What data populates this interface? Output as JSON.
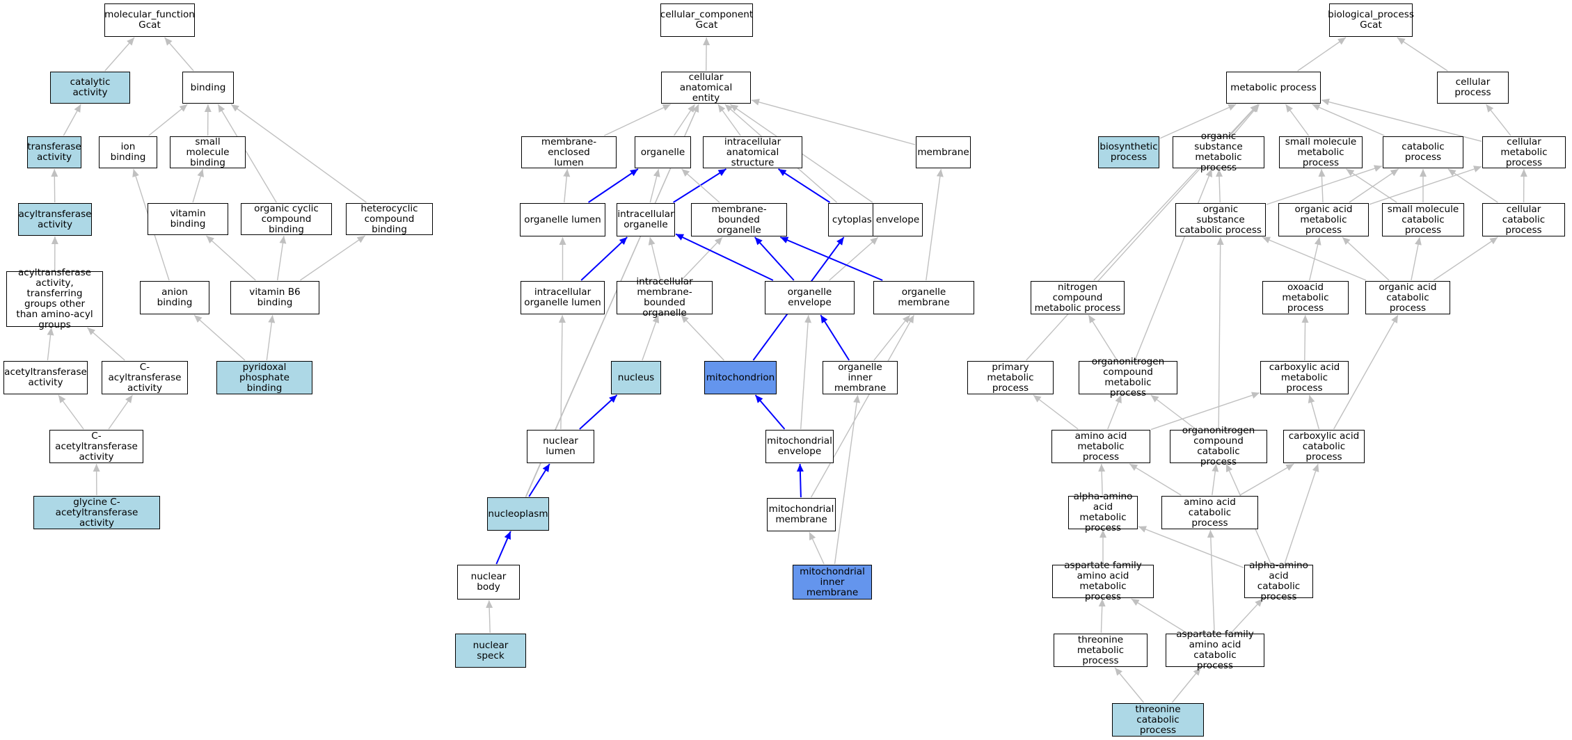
{
  "colors": {
    "edge_default": "#c0c0c0",
    "edge_highlight": "#0000ff",
    "node_fill": "#ffffff",
    "node_annotated": "#add8e6",
    "node_query": "#6495ed",
    "border": "#000000"
  },
  "nodes": [
    {
      "id": "mf",
      "label": "molecular_function\nGcat",
      "style": "plain"
    },
    {
      "id": "catalytic",
      "label": "catalytic activity",
      "style": "hl"
    },
    {
      "id": "binding",
      "label": "binding",
      "style": "plain"
    },
    {
      "id": "transferase",
      "label": "transferase\nactivity",
      "style": "hl"
    },
    {
      "id": "ionbinding",
      "label": "ion binding",
      "style": "plain"
    },
    {
      "id": "smbinding",
      "label": "small molecule\nbinding",
      "style": "plain"
    },
    {
      "id": "acyltransferase",
      "label": "acyltransferase\nactivity",
      "style": "hl"
    },
    {
      "id": "vitbinding",
      "label": "vitamin binding",
      "style": "plain"
    },
    {
      "id": "organiccyclic",
      "label": "organic cyclic\ncompound binding",
      "style": "plain"
    },
    {
      "id": "heterocyclic",
      "label": "heterocyclic\ncompound binding",
      "style": "plain"
    },
    {
      "id": "acyltransother",
      "label": "acyltransferase\nactivity, transferring\ngroups other\nthan amino-acyl\ngroups",
      "style": "plain"
    },
    {
      "id": "anionbinding",
      "label": "anion binding",
      "style": "plain"
    },
    {
      "id": "vitb6",
      "label": "vitamin B6 binding",
      "style": "plain"
    },
    {
      "id": "acetyltrans",
      "label": "acetyltransferase\nactivity",
      "style": "plain"
    },
    {
      "id": "cacyltrans",
      "label": "C-acyltransferase\nactivity",
      "style": "plain"
    },
    {
      "id": "pyridoxal",
      "label": "pyridoxal phosphate\nbinding",
      "style": "hl"
    },
    {
      "id": "cacetyltrans",
      "label": "C-acetyltransferase\nactivity",
      "style": "plain"
    },
    {
      "id": "glycinecacetyl",
      "label": "glycine C-acetyltransferase\nactivity",
      "style": "hl"
    },
    {
      "id": "cc",
      "label": "cellular_component\nGcat",
      "style": "plain"
    },
    {
      "id": "cae",
      "label": "cellular anatomical\nentity",
      "style": "plain"
    },
    {
      "id": "melumen",
      "label": "membrane-enclosed\nlumen",
      "style": "plain"
    },
    {
      "id": "organelle",
      "label": "organelle",
      "style": "plain"
    },
    {
      "id": "ias",
      "label": "intracellular\nanatomical structure",
      "style": "plain"
    },
    {
      "id": "membrane",
      "label": "membrane",
      "style": "plain"
    },
    {
      "id": "orglumen",
      "label": "organelle lumen",
      "style": "plain"
    },
    {
      "id": "intraorg",
      "label": "intracellular\norganelle",
      "style": "plain"
    },
    {
      "id": "mbo",
      "label": "membrane-bounded\norganelle",
      "style": "plain"
    },
    {
      "id": "cytoplasm",
      "label": "cytoplasm",
      "style": "plain"
    },
    {
      "id": "envelope",
      "label": "envelope",
      "style": "plain"
    },
    {
      "id": "iol",
      "label": "intracellular\norganelle lumen",
      "style": "plain"
    },
    {
      "id": "imbo",
      "label": "intracellular\nmembrane-bounded\norganelle",
      "style": "plain"
    },
    {
      "id": "orgenv",
      "label": "organelle envelope",
      "style": "plain"
    },
    {
      "id": "orgmem",
      "label": "organelle membrane",
      "style": "plain"
    },
    {
      "id": "nucleus",
      "label": "nucleus",
      "style": "hl"
    },
    {
      "id": "mito",
      "label": "mitochondrion",
      "style": "focus"
    },
    {
      "id": "orginner",
      "label": "organelle inner\nmembrane",
      "style": "plain"
    },
    {
      "id": "nuclumen",
      "label": "nuclear lumen",
      "style": "plain"
    },
    {
      "id": "mitoenv",
      "label": "mitochondrial\nenvelope",
      "style": "plain"
    },
    {
      "id": "nucleoplasm",
      "label": "nucleoplasm",
      "style": "hl"
    },
    {
      "id": "mitomem",
      "label": "mitochondrial\nmembrane",
      "style": "plain"
    },
    {
      "id": "nucbody",
      "label": "nuclear body",
      "style": "plain"
    },
    {
      "id": "mitoinner",
      "label": "mitochondrial\ninner membrane",
      "style": "focus"
    },
    {
      "id": "nucspeck",
      "label": "nuclear speck",
      "style": "hl"
    },
    {
      "id": "bp",
      "label": "biological_process\nGcat",
      "style": "plain"
    },
    {
      "id": "metab",
      "label": "metabolic process",
      "style": "plain"
    },
    {
      "id": "cellproc",
      "label": "cellular process",
      "style": "plain"
    },
    {
      "id": "biosyn",
      "label": "biosynthetic\nprocess",
      "style": "hl"
    },
    {
      "id": "osmp",
      "label": "organic substance\nmetabolic process",
      "style": "plain"
    },
    {
      "id": "smmp",
      "label": "small molecule\nmetabolic process",
      "style": "plain"
    },
    {
      "id": "catab",
      "label": "catabolic process",
      "style": "plain"
    },
    {
      "id": "cellmetab",
      "label": "cellular metabolic\nprocess",
      "style": "plain"
    },
    {
      "id": "oscp",
      "label": "organic substance\ncatabolic process",
      "style": "plain"
    },
    {
      "id": "oamp",
      "label": "organic acid\nmetabolic process",
      "style": "plain"
    },
    {
      "id": "smcp",
      "label": "small molecule\ncatabolic process",
      "style": "plain"
    },
    {
      "id": "cellcatab",
      "label": "cellular catabolic\nprocess",
      "style": "plain"
    },
    {
      "id": "ncmp",
      "label": "nitrogen compound\nmetabolic process",
      "style": "plain"
    },
    {
      "id": "oxoacid",
      "label": "oxoacid metabolic\nprocess",
      "style": "plain"
    },
    {
      "id": "oacp",
      "label": "organic acid\ncatabolic process",
      "style": "plain"
    },
    {
      "id": "primary",
      "label": "primary metabolic\nprocess",
      "style": "plain"
    },
    {
      "id": "oncmp",
      "label": "organonitrogen\ncompound metabolic\nprocess",
      "style": "plain"
    },
    {
      "id": "camp",
      "label": "carboxylic acid\nmetabolic process",
      "style": "plain"
    },
    {
      "id": "aamp",
      "label": "amino acid metabolic\nprocess",
      "style": "plain"
    },
    {
      "id": "onccp",
      "label": "organonitrogen\ncompound catabolic\nprocess",
      "style": "plain"
    },
    {
      "id": "cacp",
      "label": "carboxylic acid\ncatabolic process",
      "style": "plain"
    },
    {
      "id": "alphamp",
      "label": "alpha-amino\nacid metabolic\nprocess",
      "style": "plain"
    },
    {
      "id": "aacp",
      "label": "amino acid catabolic\nprocess",
      "style": "plain"
    },
    {
      "id": "asfmp",
      "label": "aspartate family\namino acid metabolic\nprocess",
      "style": "plain"
    },
    {
      "id": "alphacp",
      "label": "alpha-amino\nacid catabolic\nprocess",
      "style": "plain"
    },
    {
      "id": "thrmp",
      "label": "threonine metabolic\nprocess",
      "style": "plain"
    },
    {
      "id": "asfcp",
      "label": "aspartate family\namino acid catabolic\nprocess",
      "style": "plain"
    },
    {
      "id": "thrcp",
      "label": "threonine catabolic\nprocess",
      "style": "hl"
    }
  ],
  "edges": [
    {
      "from": "catalytic",
      "to": "mf",
      "type": "default"
    },
    {
      "from": "binding",
      "to": "mf",
      "type": "default"
    },
    {
      "from": "transferase",
      "to": "catalytic",
      "type": "default"
    },
    {
      "from": "acyltransferase",
      "to": "transferase",
      "type": "default"
    },
    {
      "from": "acyltransother",
      "to": "acyltransferase",
      "type": "default"
    },
    {
      "from": "acetyltrans",
      "to": "acyltransother",
      "type": "default"
    },
    {
      "from": "cacyltrans",
      "to": "acyltransother",
      "type": "default"
    },
    {
      "from": "cacetyltrans",
      "to": "acetyltrans",
      "type": "default"
    },
    {
      "from": "cacetyltrans",
      "to": "cacyltrans",
      "type": "default"
    },
    {
      "from": "glycinecacetyl",
      "to": "cacetyltrans",
      "type": "default"
    },
    {
      "from": "ionbinding",
      "to": "binding",
      "type": "default"
    },
    {
      "from": "smbinding",
      "to": "binding",
      "type": "default"
    },
    {
      "from": "organiccyclic",
      "to": "binding",
      "type": "default"
    },
    {
      "from": "heterocyclic",
      "to": "binding",
      "type": "default"
    },
    {
      "from": "vitbinding",
      "to": "smbinding",
      "type": "default"
    },
    {
      "from": "anionbinding",
      "to": "ionbinding",
      "type": "default"
    },
    {
      "from": "vitb6",
      "to": "vitbinding",
      "type": "default"
    },
    {
      "from": "vitb6",
      "to": "organiccyclic",
      "type": "default"
    },
    {
      "from": "vitb6",
      "to": "heterocyclic",
      "type": "default"
    },
    {
      "from": "pyridoxal",
      "to": "anionbinding",
      "type": "default"
    },
    {
      "from": "pyridoxal",
      "to": "vitb6",
      "type": "default"
    },
    {
      "from": "cae",
      "to": "cc",
      "type": "default"
    },
    {
      "from": "melumen",
      "to": "cae",
      "type": "default"
    },
    {
      "from": "organelle",
      "to": "cae",
      "type": "default"
    },
    {
      "from": "ias",
      "to": "cae",
      "type": "default"
    },
    {
      "from": "membrane",
      "to": "cae",
      "type": "default"
    },
    {
      "from": "cytoplasm",
      "to": "cae",
      "type": "default"
    },
    {
      "from": "envelope",
      "to": "cae",
      "type": "default"
    },
    {
      "from": "nucbody",
      "to": "cae",
      "type": "default"
    },
    {
      "from": "nucleoplasm",
      "to": "cae",
      "type": "default"
    },
    {
      "from": "orglumen",
      "to": "melumen",
      "type": "default"
    },
    {
      "from": "orglumen",
      "to": "organelle",
      "type": "highlight"
    },
    {
      "from": "intraorg",
      "to": "organelle",
      "type": "default"
    },
    {
      "from": "intraorg",
      "to": "ias",
      "type": "highlight"
    },
    {
      "from": "mbo",
      "to": "organelle",
      "type": "default"
    },
    {
      "from": "cytoplasm",
      "to": "ias",
      "type": "highlight"
    },
    {
      "from": "iol",
      "to": "orglumen",
      "type": "default"
    },
    {
      "from": "iol",
      "to": "intraorg",
      "type": "highlight"
    },
    {
      "from": "imbo",
      "to": "intraorg",
      "type": "default"
    },
    {
      "from": "imbo",
      "to": "mbo",
      "type": "default"
    },
    {
      "from": "orgenv",
      "to": "intraorg",
      "type": "highlight"
    },
    {
      "from": "orgenv",
      "to": "mbo",
      "type": "highlight"
    },
    {
      "from": "orgenv",
      "to": "envelope",
      "type": "default"
    },
    {
      "from": "orgmem",
      "to": "mbo",
      "type": "highlight"
    },
    {
      "from": "orgmem",
      "to": "membrane",
      "type": "default"
    },
    {
      "from": "nucleus",
      "to": "imbo",
      "type": "default"
    },
    {
      "from": "mito",
      "to": "imbo",
      "type": "default"
    },
    {
      "from": "mito",
      "to": "cytoplasm",
      "type": "highlight"
    },
    {
      "from": "orginner",
      "to": "orgenv",
      "type": "highlight"
    },
    {
      "from": "orginner",
      "to": "orgmem",
      "type": "default"
    },
    {
      "from": "nuclumen",
      "to": "iol",
      "type": "default"
    },
    {
      "from": "nuclumen",
      "to": "nucleus",
      "type": "highlight"
    },
    {
      "from": "mitoenv",
      "to": "mito",
      "type": "highlight"
    },
    {
      "from": "mitoenv",
      "to": "orgenv",
      "type": "default"
    },
    {
      "from": "nucleoplasm",
      "to": "nuclumen",
      "type": "highlight"
    },
    {
      "from": "mitomem",
      "to": "mitoenv",
      "type": "highlight"
    },
    {
      "from": "mitomem",
      "to": "orgmem",
      "type": "default"
    },
    {
      "from": "nucbody",
      "to": "nucleoplasm",
      "type": "highlight"
    },
    {
      "from": "mitoinner",
      "to": "mitomem",
      "type": "default"
    },
    {
      "from": "mitoinner",
      "to": "orginner",
      "type": "default"
    },
    {
      "from": "nucspeck",
      "to": "nucbody",
      "type": "default"
    },
    {
      "from": "metab",
      "to": "bp",
      "type": "default"
    },
    {
      "from": "cellproc",
      "to": "bp",
      "type": "default"
    },
    {
      "from": "biosyn",
      "to": "metab",
      "type": "default"
    },
    {
      "from": "osmp",
      "to": "metab",
      "type": "default"
    },
    {
      "from": "smmp",
      "to": "metab",
      "type": "default"
    },
    {
      "from": "catab",
      "to": "metab",
      "type": "default"
    },
    {
      "from": "cellmetab",
      "to": "metab",
      "type": "default"
    },
    {
      "from": "cellmetab",
      "to": "cellproc",
      "type": "default"
    },
    {
      "from": "ncmp",
      "to": "metab",
      "type": "default"
    },
    {
      "from": "primary",
      "to": "metab",
      "type": "default"
    },
    {
      "from": "oscp",
      "to": "osmp",
      "type": "default"
    },
    {
      "from": "oscp",
      "to": "catab",
      "type": "default"
    },
    {
      "from": "oamp",
      "to": "catab",
      "type": "default"
    },
    {
      "from": "oamp",
      "to": "smmp",
      "type": "default"
    },
    {
      "from": "oamp",
      "to": "cellmetab",
      "type": "default"
    },
    {
      "from": "smcp",
      "to": "smmp",
      "type": "default"
    },
    {
      "from": "smcp",
      "to": "catab",
      "type": "default"
    },
    {
      "from": "cellcatab",
      "to": "catab",
      "type": "default"
    },
    {
      "from": "cellcatab",
      "to": "cellmetab",
      "type": "default"
    },
    {
      "from": "oxoacid",
      "to": "oamp",
      "type": "default"
    },
    {
      "from": "oacp",
      "to": "oamp",
      "type": "default"
    },
    {
      "from": "oacp",
      "to": "oscp",
      "type": "default"
    },
    {
      "from": "oacp",
      "to": "smcp",
      "type": "default"
    },
    {
      "from": "oacp",
      "to": "cellcatab",
      "type": "default"
    },
    {
      "from": "oncmp",
      "to": "ncmp",
      "type": "default"
    },
    {
      "from": "oncmp",
      "to": "osmp",
      "type": "default"
    },
    {
      "from": "camp",
      "to": "oxoacid",
      "type": "default"
    },
    {
      "from": "aamp",
      "to": "primary",
      "type": "default"
    },
    {
      "from": "aamp",
      "to": "oncmp",
      "type": "default"
    },
    {
      "from": "aamp",
      "to": "camp",
      "type": "default"
    },
    {
      "from": "onccp",
      "to": "oncmp",
      "type": "default"
    },
    {
      "from": "onccp",
      "to": "oscp",
      "type": "default"
    },
    {
      "from": "cacp",
      "to": "camp",
      "type": "default"
    },
    {
      "from": "cacp",
      "to": "oacp",
      "type": "default"
    },
    {
      "from": "alphamp",
      "to": "aamp",
      "type": "default"
    },
    {
      "from": "aacp",
      "to": "aamp",
      "type": "default"
    },
    {
      "from": "aacp",
      "to": "onccp",
      "type": "default"
    },
    {
      "from": "aacp",
      "to": "cacp",
      "type": "default"
    },
    {
      "from": "asfmp",
      "to": "alphamp",
      "type": "default"
    },
    {
      "from": "alphacp",
      "to": "alphamp",
      "type": "default"
    },
    {
      "from": "alphacp",
      "to": "cacp",
      "type": "default"
    },
    {
      "from": "alphacp",
      "to": "onccp",
      "type": "default"
    },
    {
      "from": "thrmp",
      "to": "asfmp",
      "type": "default"
    },
    {
      "from": "asfcp",
      "to": "asfmp",
      "type": "default"
    },
    {
      "from": "asfcp",
      "to": "alphacp",
      "type": "default"
    },
    {
      "from": "asfcp",
      "to": "aacp",
      "type": "default"
    },
    {
      "from": "thrcp",
      "to": "thrmp",
      "type": "default"
    },
    {
      "from": "thrcp",
      "to": "asfcp",
      "type": "default"
    }
  ]
}
